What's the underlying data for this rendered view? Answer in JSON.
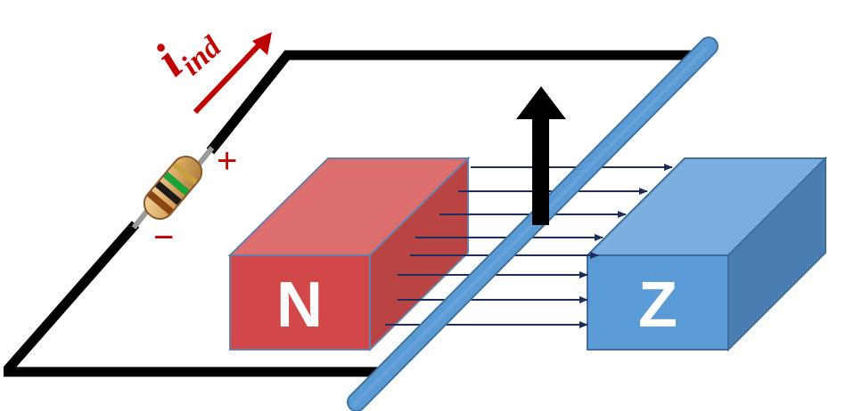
{
  "current_label": {
    "main": "i",
    "sub": "ind"
  },
  "resistor_signs": {
    "plus": "+",
    "minus": "−"
  },
  "magnets": {
    "north": {
      "letter": "N",
      "front": "#d24848",
      "top": "#dc6e6e",
      "side": "#b84444",
      "edge": "#6a7fa8"
    },
    "south": {
      "letter": "Z",
      "front": "#5b9bd5",
      "top": "#7aaede",
      "side": "#4a7eb0",
      "edge": "#3f6d9e"
    }
  },
  "colors": {
    "circuit_wire": "#000000",
    "rod": "#5b9bd5",
    "rod_edge": "#41719c",
    "field_arrows": "#1f2d5a",
    "velocity_arrow": "#000000",
    "current_arrow": "#c00000",
    "labels": "#c00000"
  },
  "field_line_count": 8
}
